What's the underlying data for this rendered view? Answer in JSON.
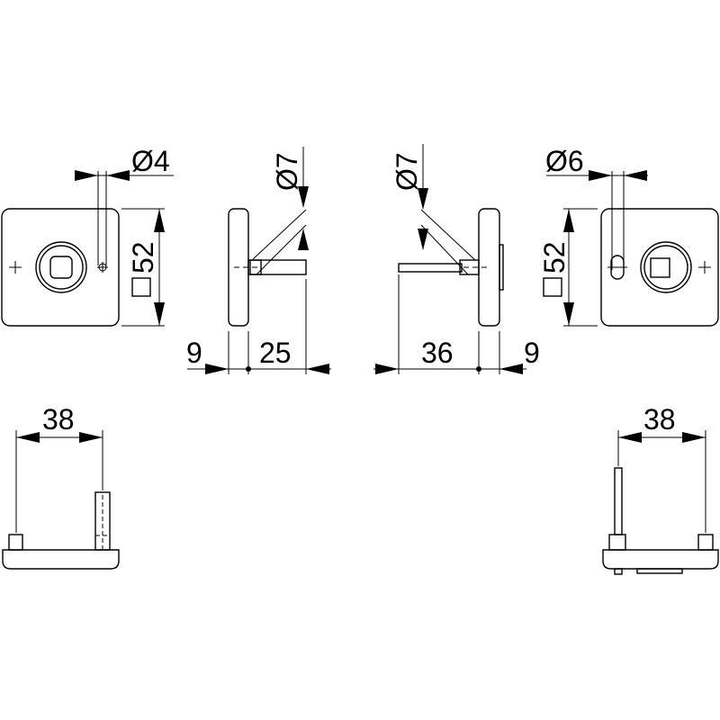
{
  "front_left": {
    "hole_dim": "Ø4",
    "size_dim": "52"
  },
  "side_left": {
    "spindle_dim": "Ø7",
    "plate_thickness": "9",
    "spindle_length": "25"
  },
  "side_right": {
    "spindle_dim": "Ø7",
    "spindle_length": "36",
    "plate_thickness": "9"
  },
  "front_right": {
    "hole_dim": "Ø6",
    "size_dim": "52"
  },
  "bottom_left": {
    "pin_spacing": "38"
  },
  "bottom_right": {
    "pin_spacing": "38"
  }
}
